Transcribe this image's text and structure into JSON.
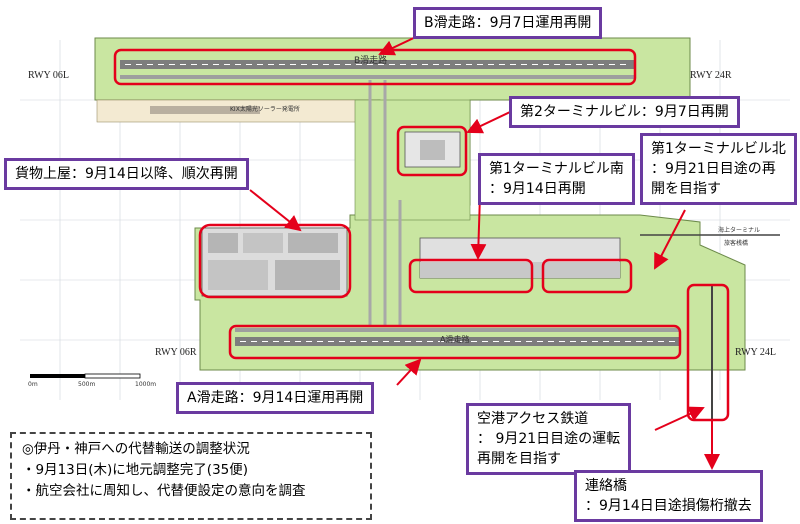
{
  "callouts": {
    "b_runway": "B滑走路：9月7日運用再開",
    "t2": "第2ターミナルビル：9月7日再開",
    "cargo": "貨物上屋：9月14日以降、順次再開",
    "t1_south": [
      "第1ターミナルビル南",
      "：9月14日再開"
    ],
    "t1_north": [
      "第1ターミナルビル北",
      "：9月21日目途の再",
      "開を目指す"
    ],
    "a_runway": "A滑走路：9月14日運用再開",
    "rail": [
      "空港アクセス鉄道",
      "： 9月21日目途の運転",
      "再開を目指す"
    ],
    "bridge": [
      "連絡橋",
      "：9月14日目途損傷桁撤去"
    ]
  },
  "note": [
    "◎伊丹・神戸への代替輸送の調整状況",
    "・9月13日(木)に地元調整完了(35便)",
    "・航空会社に周知し、代替便設定の意向を調査"
  ],
  "map_labels": {
    "rwy_06l": "RWY 06L",
    "rwy_24r": "RWY 24R",
    "rwy_06r": "RWY 06R",
    "rwy_24l": "RWY 24L",
    "b_runway_name": "B滑走路",
    "a_runway_name": "A滑走路",
    "solar": "KIX太陽光ソーラー発電所",
    "sea_terminal": "海上ターミナル",
    "sea_terminal_sub": "旅客桟橋",
    "scale_0": "0m",
    "scale_500": "500m",
    "scale_1000": "1000m"
  },
  "colors": {
    "island": "#c9e6a1",
    "highlight": "#e4001b",
    "callout_border": "#6a3aa0",
    "arrow": "#e4001b"
  }
}
